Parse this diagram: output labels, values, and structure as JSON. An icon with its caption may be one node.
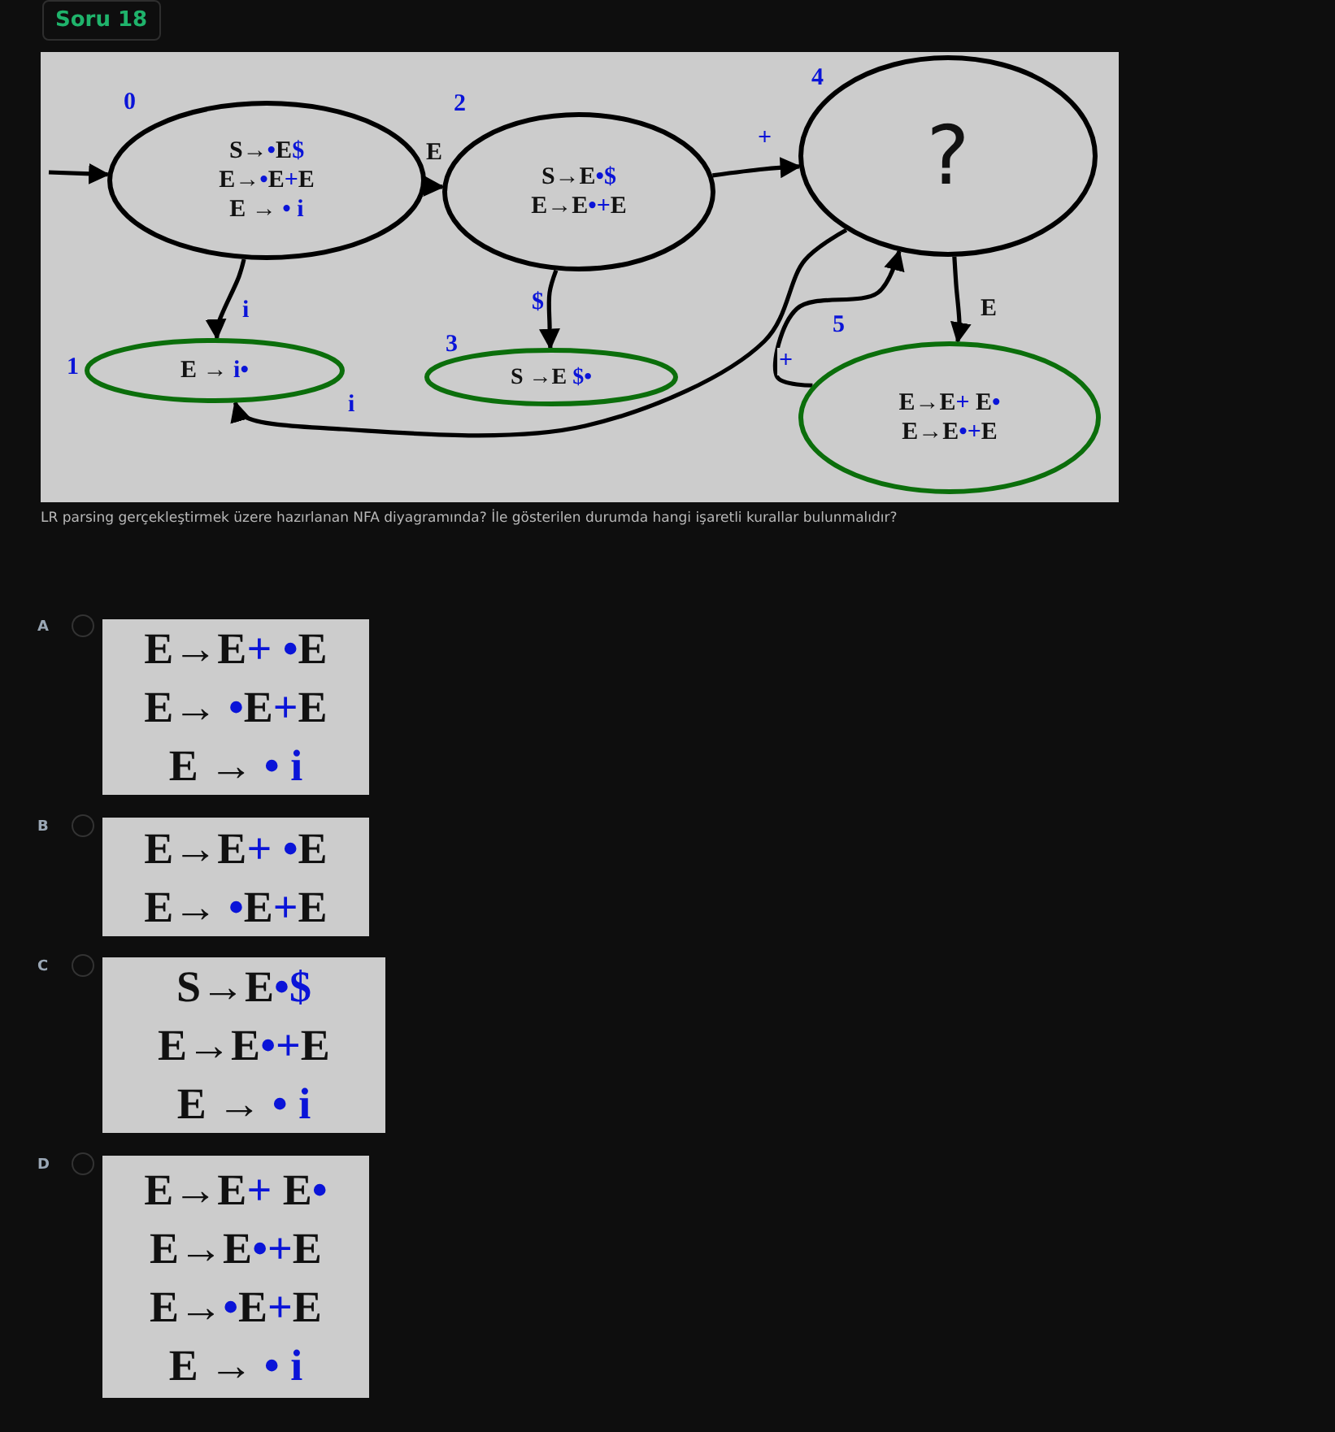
{
  "diagram": {
    "title": "Soru 18",
    "caption": "LR parsing gerçekleştirmek üzere hazırlanan NFA diyagramında? İle gösterilen durumda hangi işaretli kurallar bulunmalıdır?",
    "nodes": [
      {
        "text": [
          "S→•E$",
          "E→•E+E",
          "E → • i"
        ],
        "beside": [
          "0"
        ]
      },
      {
        "text": [
          "E → i•"
        ],
        "beside": [
          "1"
        ]
      },
      {
        "text": [
          "S→E•$",
          "E→E•+E"
        ],
        "beside": [
          "2"
        ]
      },
      {
        "text": [
          "S →E $•"
        ],
        "beside": [
          "3"
        ]
      },
      {
        "text": [
          "?"
        ],
        "beside": [
          "4"
        ]
      },
      {
        "text": [
          "E→E+ E•",
          "E→E•+E"
        ],
        "beside": [
          "5"
        ]
      },
      {
        "text": [
          "E→E+ •E",
          "E→ •E+E",
          "E → • i"
        ],
        "beside": [
          "A"
        ]
      },
      {
        "text": [
          "E→E+ •E",
          "E→ •E+E"
        ],
        "beside": [
          "B"
        ]
      },
      {
        "text": [
          "S→E•$",
          "E→E•+E",
          "E → • i"
        ],
        "beside": [
          "C"
        ]
      },
      {
        "text": [
          "E→E+ E•",
          "E→E•+E",
          "E→•E+E",
          "E → • i"
        ],
        "beside": [
          "D"
        ]
      }
    ],
    "edges": [
      {
        "from": null,
        "to": 0,
        "arrow": "to"
      },
      {
        "from": 0,
        "to": 2,
        "arrow": "to",
        "label": "E"
      },
      {
        "from": 0,
        "to": 1,
        "arrow": "to",
        "label": "i"
      },
      {
        "from": 2,
        "to": 3,
        "arrow": "to",
        "label": "$"
      },
      {
        "from": 2,
        "to": 4,
        "arrow": "to",
        "label": "+"
      },
      {
        "from": 4,
        "to": 1,
        "arrow": "to",
        "label": "i"
      },
      {
        "from": 5,
        "to": 4,
        "arrow": "to",
        "label": "+"
      },
      {
        "from": 4,
        "to": 5,
        "arrow": "to",
        "label": "E"
      }
    ]
  }
}
